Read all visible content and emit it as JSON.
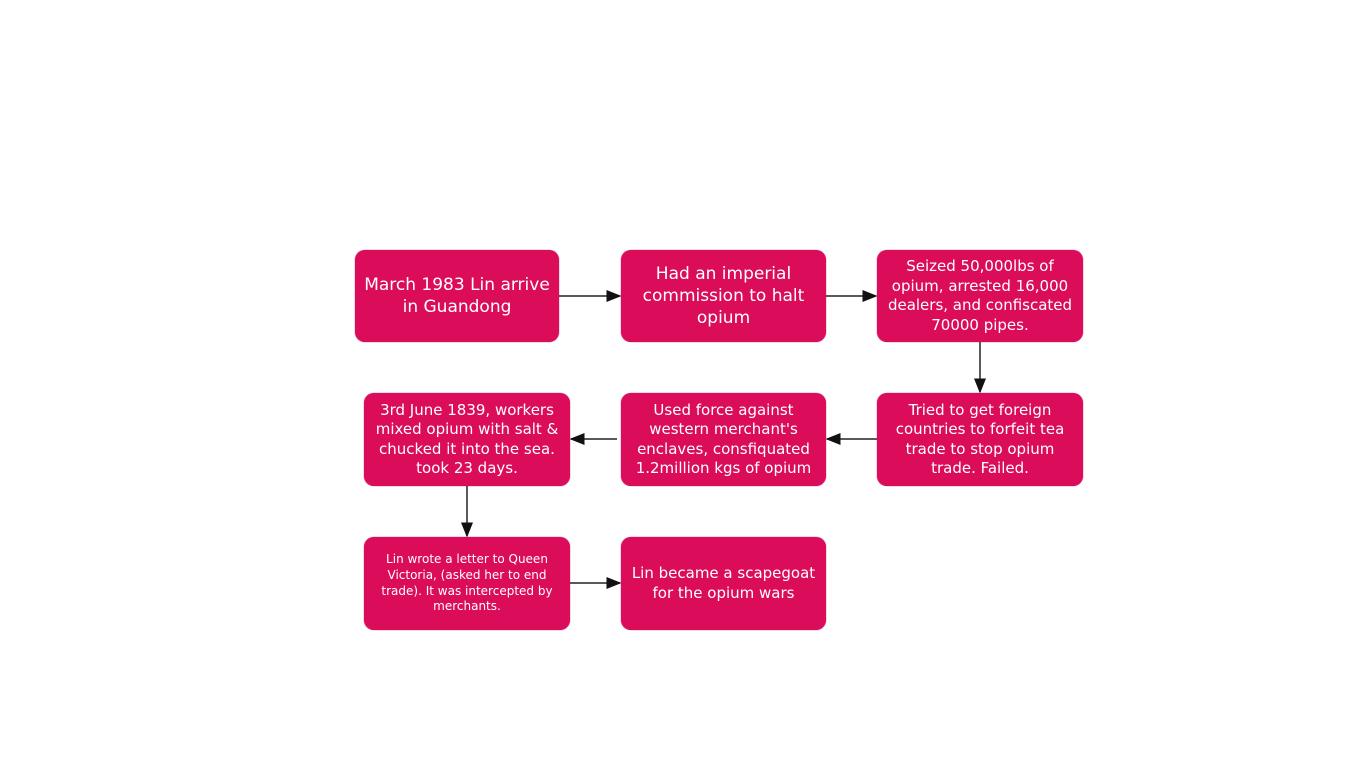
{
  "diagram": {
    "node_color": "#db0c5a",
    "nodes": [
      {
        "id": "n1",
        "text": "March 1983 Lin arrive in Guandong"
      },
      {
        "id": "n2",
        "text": "Had an imperial commission to halt opium"
      },
      {
        "id": "n3",
        "text": "Seized 50,000lbs of opium, arrested 16,000 dealers, and confiscated 70000 pipes."
      },
      {
        "id": "n4",
        "text": "Tried to get foreign countries to forfeit tea trade to stop opium trade. Failed."
      },
      {
        "id": "n5",
        "text": "Used force against western merchant's enclaves, consfiquated 1.2million kgs of opium"
      },
      {
        "id": "n6",
        "text": "3rd June 1839, workers mixed opium with salt & chucked it into the sea. took 23 days."
      },
      {
        "id": "n7",
        "text": "Lin wrote a letter to Queen Victoria, (asked her to end trade). It was intercepted by merchants."
      },
      {
        "id": "n8",
        "text": "Lin became a scapegoat for the opium wars"
      }
    ],
    "edges": [
      [
        "n1",
        "n2"
      ],
      [
        "n2",
        "n3"
      ],
      [
        "n3",
        "n4"
      ],
      [
        "n4",
        "n5"
      ],
      [
        "n5",
        "n6"
      ],
      [
        "n6",
        "n7"
      ],
      [
        "n7",
        "n8"
      ]
    ]
  }
}
